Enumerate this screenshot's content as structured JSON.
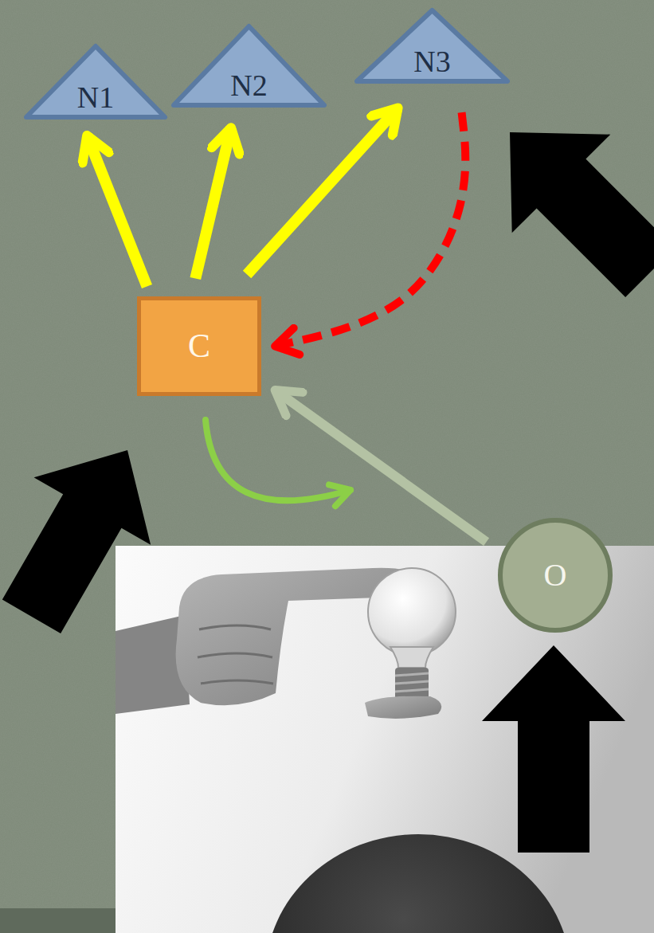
{
  "diagram": {
    "nodes": [
      {
        "text": [
          "N1"
        ]
      },
      {
        "text": [
          "N2"
        ]
      },
      {
        "text": [
          "N3"
        ]
      },
      {
        "text": [
          "C"
        ]
      },
      {
        "text": [
          "O"
        ]
      }
    ],
    "edges": [
      {
        "from": 3,
        "to": 0,
        "arrow": "to"
      },
      {
        "from": 3,
        "to": 1,
        "arrow": "to"
      },
      {
        "from": 3,
        "to": 2,
        "arrow": "to"
      },
      {
        "from": 2,
        "to": 3,
        "arrow": "to"
      },
      {
        "from": 4,
        "to": 3,
        "arrow": "to"
      }
    ]
  }
}
